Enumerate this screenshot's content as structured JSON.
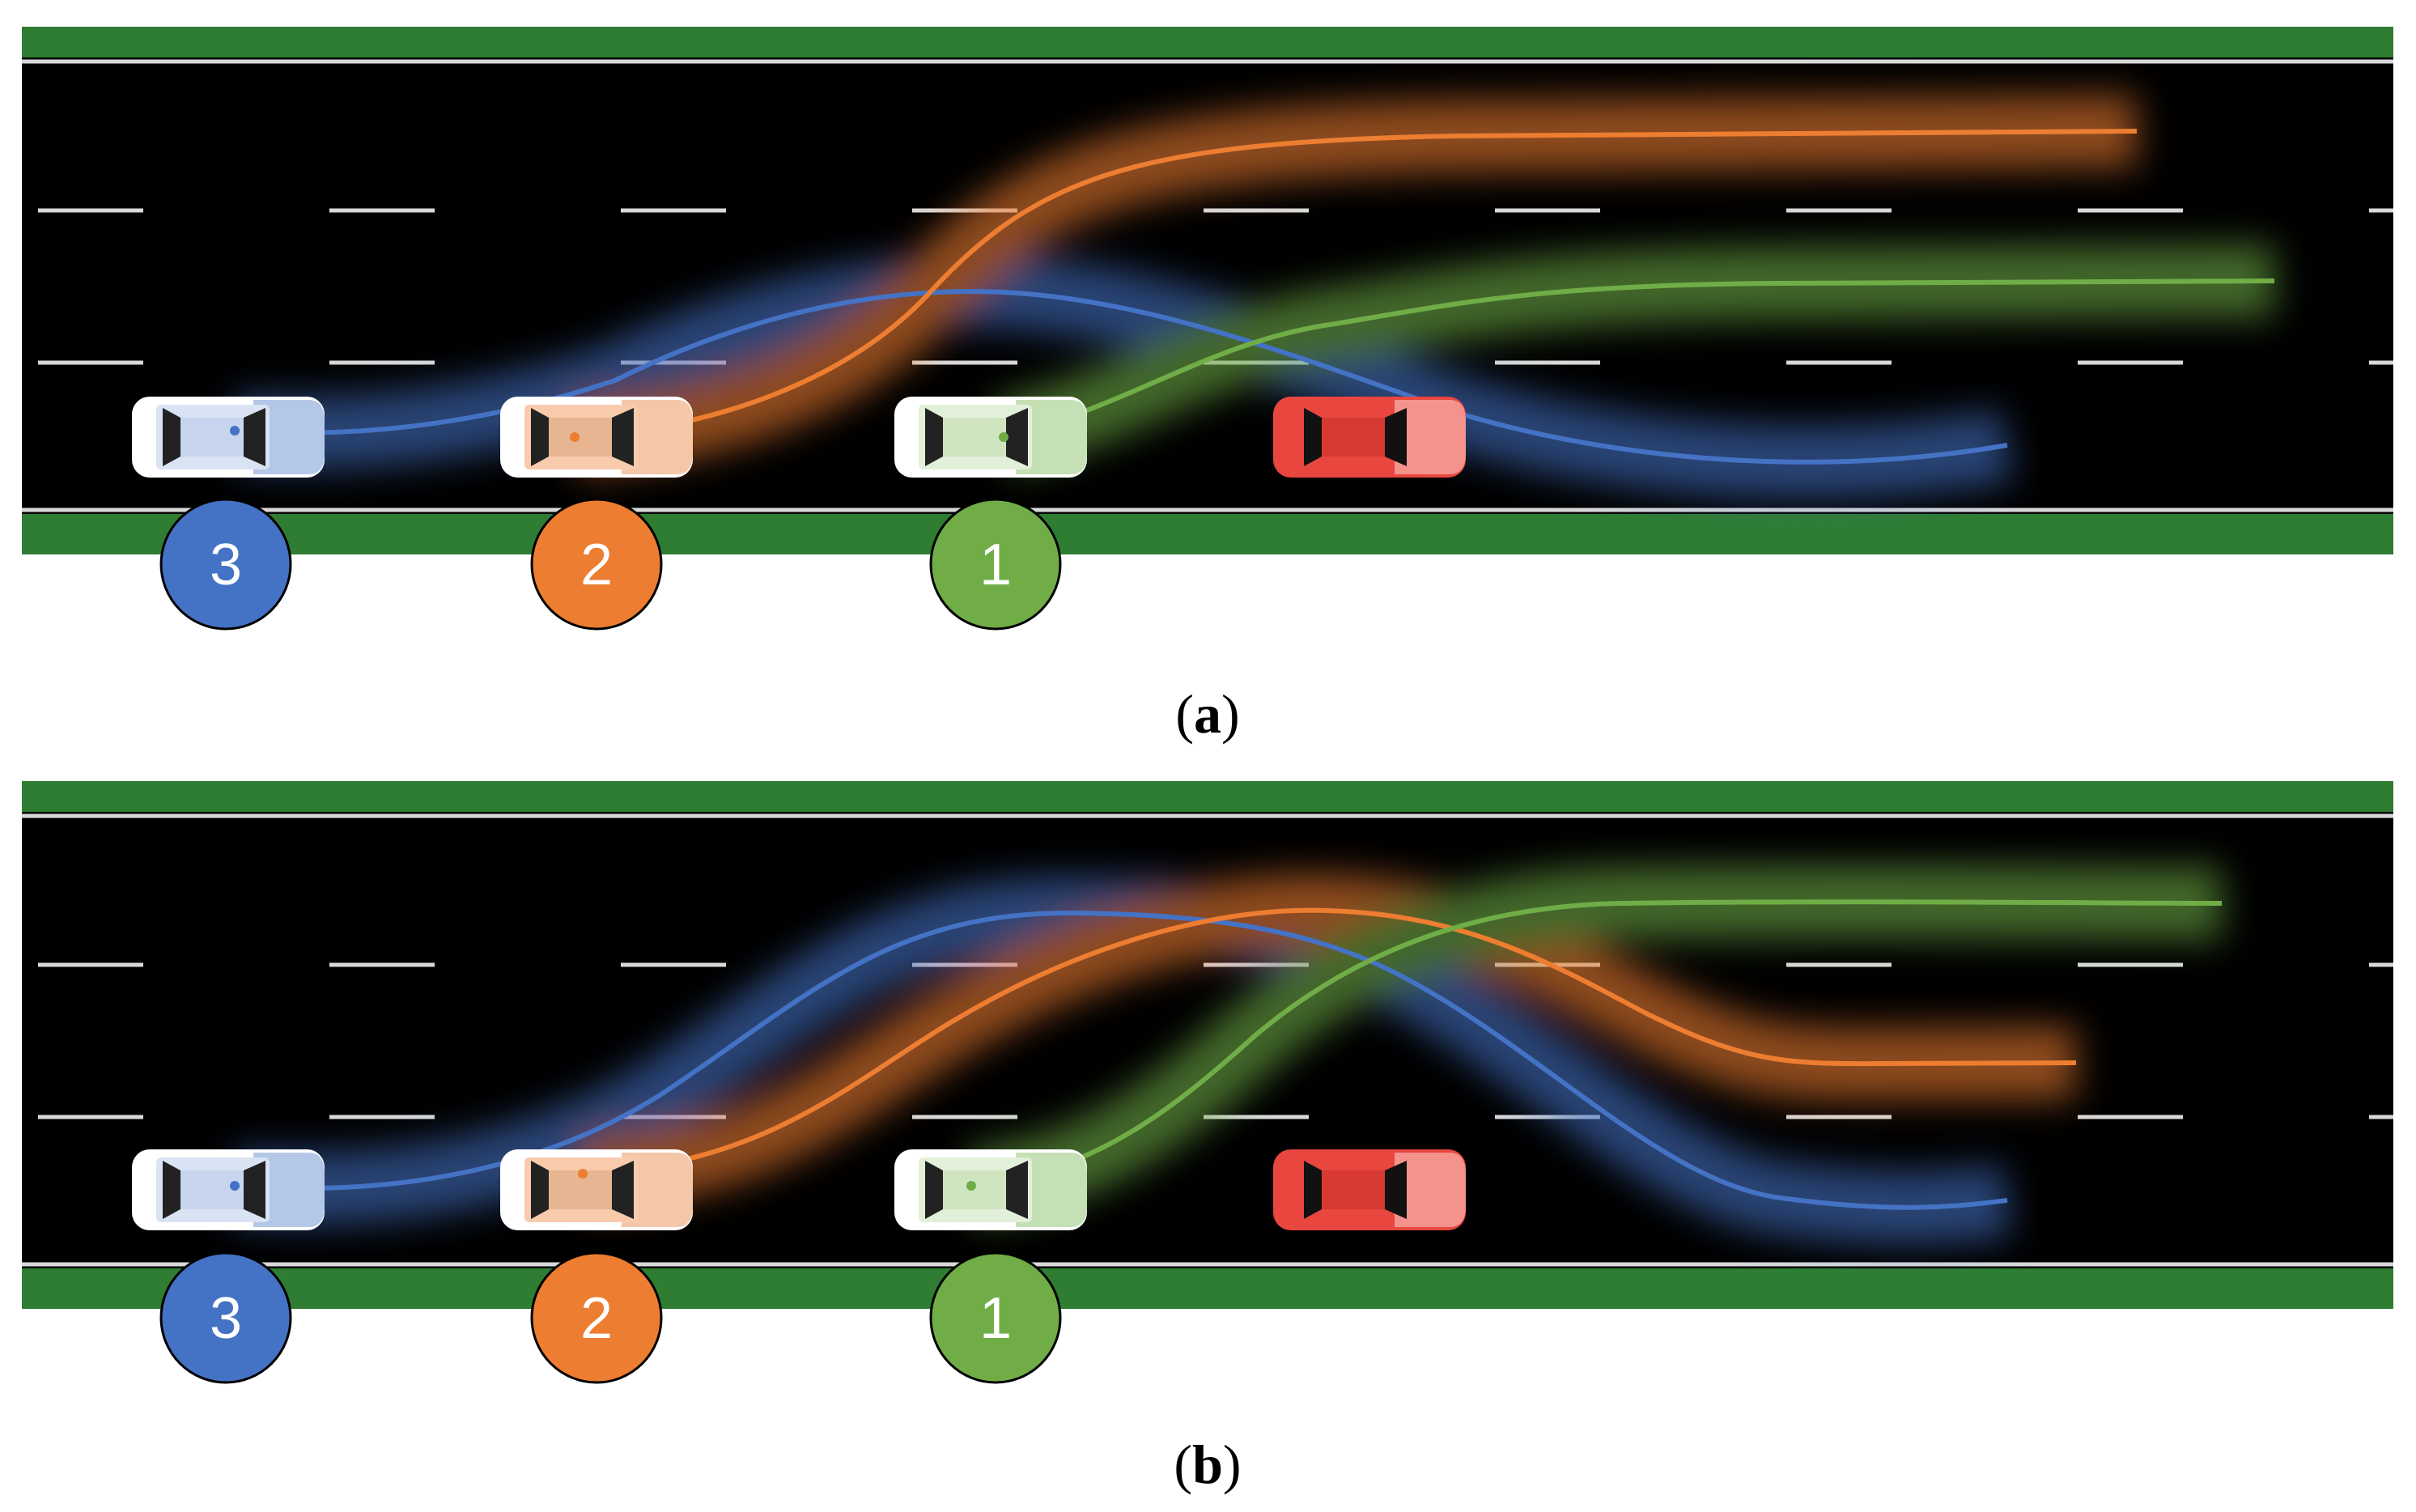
{
  "panels": [
    {
      "id": "a",
      "caption_letter": "a",
      "trajectories": [
        {
          "vehicle": "3",
          "color": "#4472c4"
        },
        {
          "vehicle": "2",
          "color": "#ed7d31"
        },
        {
          "vehicle": "1",
          "color": "#70ad47"
        }
      ],
      "vehicles": [
        {
          "label": "3",
          "color": "#4472c4"
        },
        {
          "label": "2",
          "color": "#ed7d31"
        },
        {
          "label": "1",
          "color": "#70ad47"
        }
      ]
    },
    {
      "id": "b",
      "caption_letter": "b",
      "trajectories": [
        {
          "vehicle": "3",
          "color": "#4472c4"
        },
        {
          "vehicle": "2",
          "color": "#ed7d31"
        },
        {
          "vehicle": "1",
          "color": "#70ad47"
        }
      ],
      "vehicles": [
        {
          "label": "3",
          "color": "#4472c4"
        },
        {
          "label": "2",
          "color": "#ed7d31"
        },
        {
          "label": "1",
          "color": "#70ad47"
        }
      ]
    }
  ],
  "colors": {
    "road": "#000000",
    "lane_marking": "#d9d9d9",
    "verge": "#2e7d32",
    "obstacle_car": "#e8463f"
  }
}
